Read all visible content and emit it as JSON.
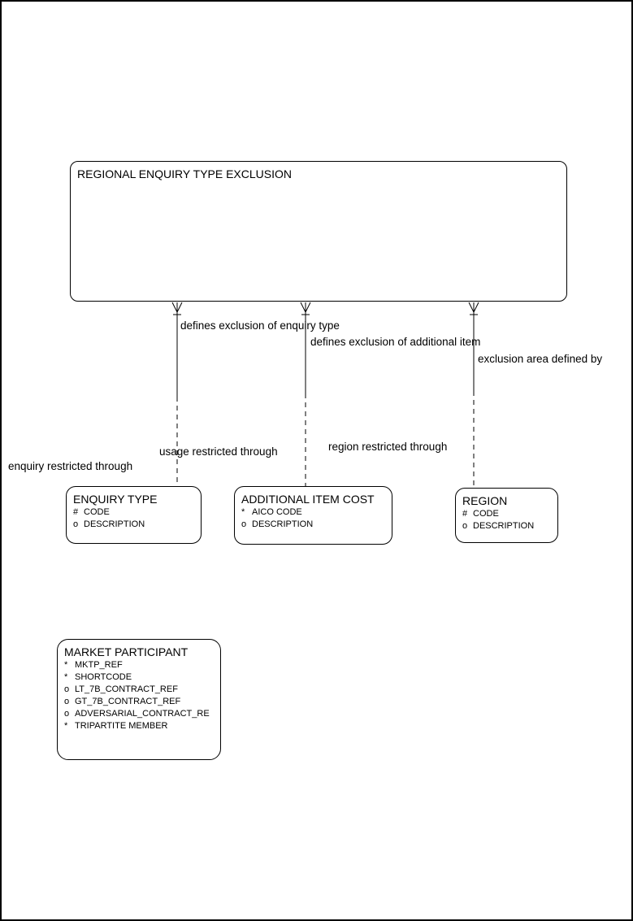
{
  "diagram": {
    "root_entity": {
      "title": "REGIONAL ENQUIRY TYPE EXCLUSION"
    },
    "entities": [
      {
        "title": "ENQUIRY TYPE",
        "attributes": [
          {
            "marker": "#",
            "name": "CODE"
          },
          {
            "marker": "o",
            "name": "DESCRIPTION"
          }
        ]
      },
      {
        "title": "ADDITIONAL ITEM COST",
        "attributes": [
          {
            "marker": "*",
            "name": "AICO CODE"
          },
          {
            "marker": "o",
            "name": "DESCRIPTION"
          }
        ]
      },
      {
        "title": "REGION",
        "attributes": [
          {
            "marker": "#",
            "name": "CODE"
          },
          {
            "marker": "o",
            "name": "DESCRIPTION"
          }
        ]
      },
      {
        "title": "MARKET PARTICIPANT",
        "attributes": [
          {
            "marker": "*",
            "name": "MKTP_REF"
          },
          {
            "marker": "*",
            "name": "SHORTCODE"
          },
          {
            "marker": "o",
            "name": "LT_7B_CONTRACT_REF"
          },
          {
            "marker": "o",
            "name": "GT_7B_CONTRACT_REF"
          },
          {
            "marker": "o",
            "name": "ADVERSARIAL_CONTRACT_RE"
          },
          {
            "marker": "*",
            "name": "TRIPARTITE MEMBER"
          }
        ]
      }
    ],
    "relationships": {
      "labels": [
        {
          "text": "defines exclusion of enquiry type"
        },
        {
          "text": "defines exclusion of additional item"
        },
        {
          "text": "exclusion area defined by"
        },
        {
          "text": "usage restricted through"
        },
        {
          "text": "region restricted through"
        },
        {
          "text": "enquiry restricted through"
        }
      ]
    },
    "colors": {
      "background": "#ffffff",
      "line": "#000000",
      "text": "#000000"
    }
  }
}
